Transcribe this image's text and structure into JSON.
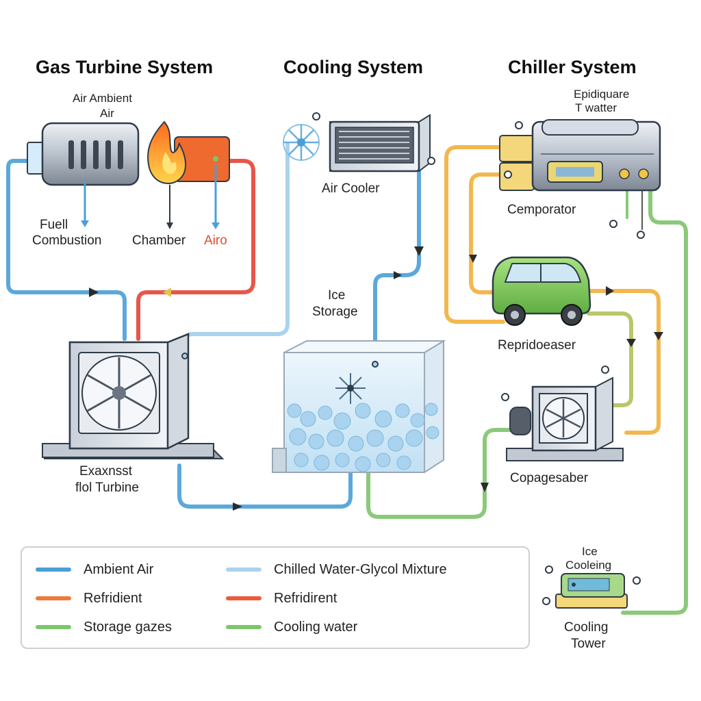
{
  "titles": {
    "gas_turbine": "Gas Turbine System",
    "cooling": "Cooling System",
    "chiller": "Chiller System"
  },
  "labels": {
    "air_ambient_1": "Air Ambient",
    "air_ambient_2": "Air",
    "fuel": "Fuell",
    "combustion_1": "Combustion",
    "combustion_2": "Chamber",
    "combustion_air": "Airo",
    "exhaust_1": "Exaxnsst",
    "exhaust_2": "flol Turbine",
    "air_cooler": "Air Cooler",
    "ice_storage_1": "Ice",
    "ice_storage_2": "Storage",
    "chiller_water_1": "Epidiquare",
    "chiller_water_2": "T watter",
    "compressor": "Cemporator",
    "refrigerator": "Repridoeaser",
    "condenser": "Copagesaber",
    "ice_cooling_1": "Ice",
    "ice_cooling_2": "Cooleing",
    "cooling_tower_1": "Cooling",
    "cooling_tower_2": "Tower"
  },
  "legend": [
    {
      "text": "Ambient Air",
      "color": "#4a9fd8"
    },
    {
      "text": "Refridient",
      "color": "#f07a3a"
    },
    {
      "text": "Storage gazes",
      "color": "#7cc66a"
    },
    {
      "text": "Chilled Water-Glycol Mixture",
      "color": "#a9d3ee"
    },
    {
      "text": "Refridirent",
      "color": "#ef5a3c"
    },
    {
      "text": "Cooling water",
      "color": "#7cc66a"
    }
  ],
  "colors": {
    "ambient_air": "#4a9fd8",
    "chilled_water": "#a9d3ee",
    "refrigerant": "#e8564a",
    "cooling_water": "#8bc97a",
    "refrigerant_loop": "#f2b84e",
    "storage": "#b8d86a"
  },
  "icons": [
    "compressor-icon",
    "flame-icon",
    "fan-icon",
    "air-cooler-icon",
    "heat-exchanger-icon",
    "ice-tank-icon",
    "chiller-unit-icon",
    "green-car-icon",
    "condenser-icon",
    "cooling-tower-icon",
    "valve-icon"
  ]
}
